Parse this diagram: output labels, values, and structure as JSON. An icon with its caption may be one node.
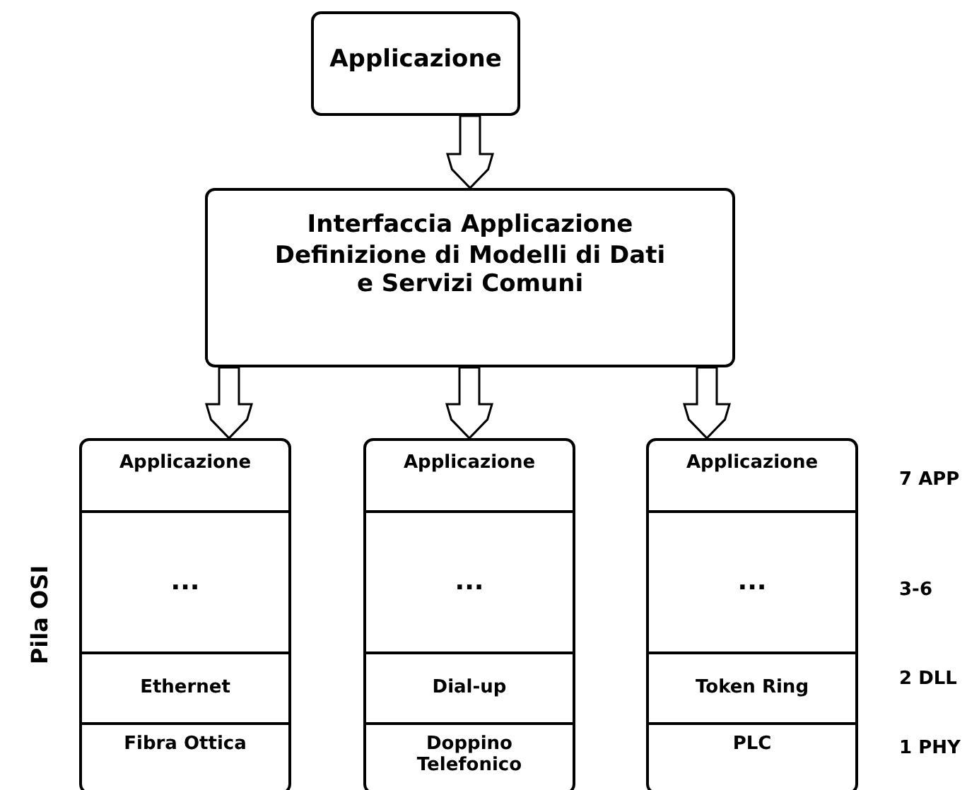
{
  "diagram": {
    "nodes": [
      {
        "text": [
          "Applicazione"
        ]
      },
      {
        "text": [
          "Interfaccia Applicazione",
          "Definizione di Modelli di Dati e Servizi Comuni"
        ]
      },
      {
        "text": [],
        "shape": "box"
      },
      {
        "text": [
          "Applicazione"
        ],
        "in": 2
      },
      {
        "text": [
          "..."
        ],
        "in": 2
      },
      {
        "text": [
          "Ethernet"
        ],
        "in": 2
      },
      {
        "text": [
          "Fibra Ottica"
        ],
        "in": 2
      },
      {
        "text": [],
        "shape": "box"
      },
      {
        "text": [
          "Applicazione"
        ],
        "in": 7
      },
      {
        "text": [
          "..."
        ],
        "in": 7
      },
      {
        "text": [
          "Dial-up"
        ],
        "in": 7
      },
      {
        "text": [
          "Doppino Telefonico"
        ],
        "in": 7
      },
      {
        "text": [],
        "shape": "box"
      },
      {
        "text": [
          "Applicazione"
        ],
        "in": 12
      },
      {
        "text": [
          "..."
        ],
        "in": 12
      },
      {
        "text": [
          "Token Ring"
        ],
        "in": 12
      },
      {
        "text": [
          "PLC"
        ],
        "in": 12
      }
    ],
    "edges": [
      {
        "from": 0,
        "to": 1,
        "arrow": "to",
        "style": "thick"
      },
      {
        "from": 1,
        "to": 2,
        "arrow": "to",
        "style": "thick"
      },
      {
        "from": 1,
        "to": 7,
        "arrow": "to",
        "style": "thick"
      },
      {
        "from": 1,
        "to": 12,
        "arrow": "to",
        "style": "thick"
      }
    ],
    "labels": [
      "Pila OSI",
      "7 APP",
      "3-6",
      "2 DLL",
      "1 PHY"
    ]
  }
}
